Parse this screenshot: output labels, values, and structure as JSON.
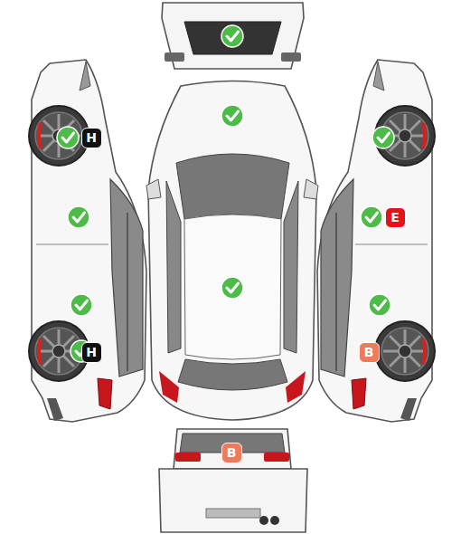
{
  "diagram": {
    "nodes": [
      {
        "text": [
          "H"
        ]
      },
      {
        "text": [
          "E"
        ]
      },
      {
        "text": [
          "H"
        ]
      },
      {
        "text": [
          "B"
        ]
      },
      {
        "text": [
          "B"
        ]
      }
    ]
  }
}
